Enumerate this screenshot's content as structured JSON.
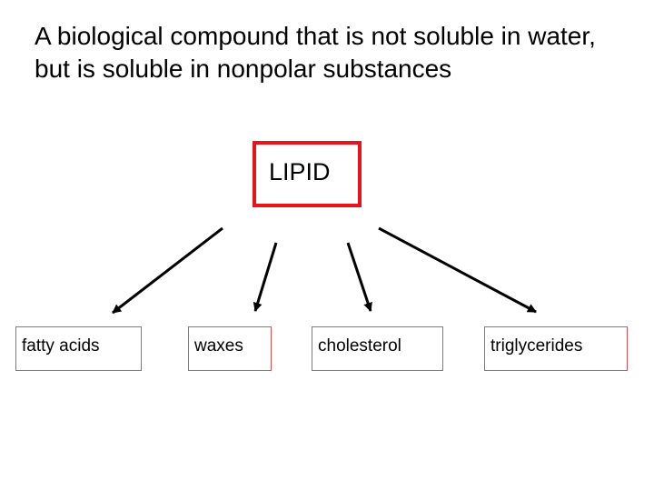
{
  "title": "A biological compound that is not soluble in water, but is soluble in nonpolar substances",
  "root": {
    "label": "LIPID",
    "border_color": "#e8141b"
  },
  "children": [
    {
      "label": "fatty acids"
    },
    {
      "label": "waxes"
    },
    {
      "label": "cholesterol"
    },
    {
      "label": "triglycerides"
    }
  ],
  "colors": {
    "arrow": "#000000",
    "child_border": "#e05252"
  }
}
